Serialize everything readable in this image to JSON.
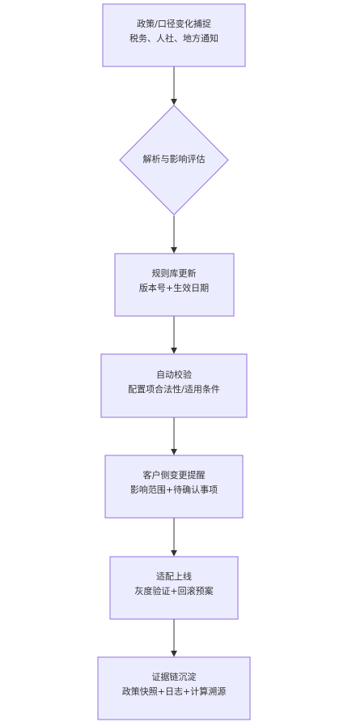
{
  "nodes": [
    {
      "id": "n1",
      "shape": "rect",
      "lines": [
        "政策/口径变化捕捉",
        "税务、人社、地方通知"
      ]
    },
    {
      "id": "n2",
      "shape": "diamond",
      "lines": [
        "解析与影响评估"
      ]
    },
    {
      "id": "n3",
      "shape": "rect",
      "lines": [
        "规则库更新",
        "版本号+生效日期"
      ]
    },
    {
      "id": "n4",
      "shape": "rect",
      "lines": [
        "自动校验",
        "配置项合法性/适用条件"
      ]
    },
    {
      "id": "n5",
      "shape": "rect",
      "lines": [
        "客户侧变更提醒",
        "影响范围+待确认事项"
      ]
    },
    {
      "id": "n6",
      "shape": "rect",
      "lines": [
        "适配上线",
        "灰度验证+回滚预案"
      ]
    },
    {
      "id": "n7",
      "shape": "rect",
      "lines": [
        "证据链沉淀",
        "政策快照+日志+计算溯源"
      ]
    }
  ],
  "edges": [
    {
      "from": "n1",
      "to": "n2"
    },
    {
      "from": "n2",
      "to": "n3"
    },
    {
      "from": "n3",
      "to": "n4"
    },
    {
      "from": "n4",
      "to": "n5"
    },
    {
      "from": "n5",
      "to": "n6"
    },
    {
      "from": "n6",
      "to": "n7"
    }
  ],
  "colors": {
    "node_fill": "#ECECFF",
    "node_stroke": "#9370DB",
    "edge": "#333333",
    "text": "#333333"
  }
}
